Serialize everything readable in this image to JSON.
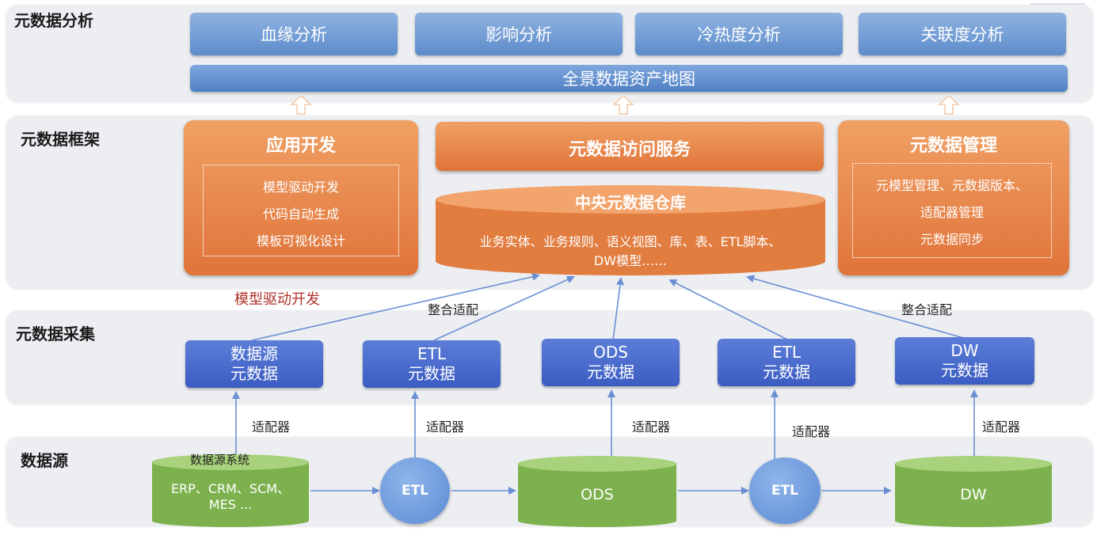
{
  "layers": {
    "analysis": {
      "title": "元数据分析",
      "buttons": [
        "血缘分析",
        "影响分析",
        "冷热度分析",
        "关联度分析"
      ],
      "bar": "全景数据资产地图"
    },
    "framework": {
      "title": "元数据框架",
      "app_dev": {
        "title": "应用开发",
        "items": [
          "模型驱动开发",
          "代码自动生成",
          "模板可视化设计"
        ]
      },
      "access_service": {
        "title": "元数据访问服务"
      },
      "central_repo": {
        "title": "中央元数据仓库",
        "desc_line1": "业务实体、业务规则、语义视图、库、表、ETL脚本、",
        "desc_line2": "DW模型……"
      },
      "management": {
        "title": "元数据管理",
        "items": [
          "元模型管理、元数据版本、",
          "适配器管理",
          "元数据同步"
        ]
      },
      "model_driven_label": "模型驱动开发"
    },
    "collection": {
      "title": "元数据采集",
      "integrate_label": "整合适配",
      "boxes": [
        {
          "line1": "数据源",
          "line2": "元数据"
        },
        {
          "line1": "ETL",
          "line2": "元数据"
        },
        {
          "line1": "ODS",
          "line2": "元数据"
        },
        {
          "line1": "ETL",
          "line2": "元数据"
        },
        {
          "line1": "DW",
          "line2": "元数据"
        }
      ]
    },
    "adapter_label": "适配器",
    "sources": {
      "title": "数据源",
      "source_system": {
        "label": "数据源系统",
        "line1": "ERP、CRM、SCM、",
        "line2": "MES ..."
      },
      "etl": "ETL",
      "ods": "ODS",
      "dw": "DW"
    }
  },
  "colors": {
    "band": "#eceef2",
    "blue_button": "#6f9ad6",
    "orange": "#e8864a",
    "collect_blue": "#4a6cd0",
    "green": "#8cbf5a",
    "circle_blue": "#6f9be0",
    "arrow": "#6c8fd4",
    "red_label": "#c0392b"
  }
}
